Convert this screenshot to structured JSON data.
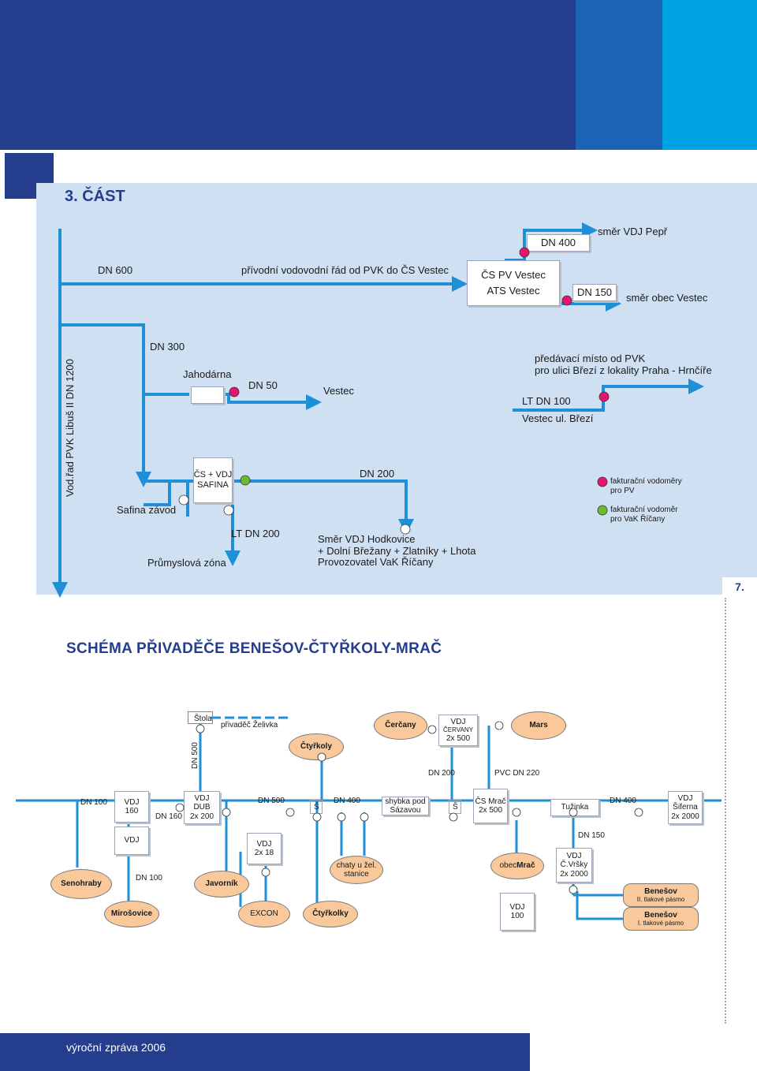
{
  "header": {
    "section_title": "3. ČÁST",
    "page_number": "7.",
    "footer": "výroční zpráva 2006"
  },
  "colors": {
    "dark_blue": "#253d8d",
    "mid_blue": "#1a63b5",
    "light_blue": "#00a3e2",
    "panel": "#cfe0f3",
    "pipe": "#1f8fd6",
    "meter_pvk": "#e3166e",
    "meter_vak": "#6fb832",
    "oval_fill": "#f9c99b"
  },
  "top_diagram": {
    "main_pipe": "Vod.řad PVK Libuš II DN 1200",
    "dn600": "DN 600",
    "privodni": "přívodní vodovodní řád od PVK do ČS Vestec",
    "cs_pv_line1": "ČS PV Vestec",
    "cs_pv_line2": "ATS Vestec",
    "dn400": "DN 400",
    "smer_pepr": "směr VDJ  Pepř",
    "dn150": "DN 150",
    "smer_vestec": "směr obec Vestec",
    "dn300": "DN 300",
    "jahodarna": "Jahodárna",
    "dn50": "DN 50",
    "vestec": "Vestec",
    "predavaci_line1": "předávací místo od PVK",
    "predavaci_line2": "pro ulici Březí z lokality Praha - Hrnčíře",
    "lt_dn100": "LT DN 100",
    "vestec_brezi": "Vestec ul. Březí",
    "cs_vdj_line1": "ČS + VDJ",
    "cs_vdj_line2": "SAFINA",
    "dn200": "DN 200",
    "safina": "Safina závod",
    "lt_dn200": "LT DN 200",
    "prumyslova": "Průmyslová zóna",
    "smer_hodkovice_1": "Směr VDJ Hodkovice",
    "smer_hodkovice_2": "+ Dolní Břežany + Zlatníky + Lhota",
    "smer_hodkovice_3": "Provozovatel VaK Říčany",
    "legend_pvk_1": "fakturační vodoměry",
    "legend_pvk_2": "pro PV",
    "legend_vak_1": "fakturační vodoměr",
    "legend_vak_2": "pro VaK Říčany"
  },
  "bottom_diagram": {
    "title": "SCHÉMA PŘIVADĚČE BENEŠOV-ČTYŘKOLY-MRAČ",
    "stola": "Štola",
    "dn500_v": "DN 500",
    "privadec": "přivaděč Želivka",
    "ctyrkoly": "Čtyřkoly",
    "cercany": "Čerčany",
    "vdj_cervany_1": "VDJ",
    "vdj_cervany_2": "ČERVANY",
    "vdj_cervany_3": "2x 500",
    "mars": "Mars",
    "dn200": "DN 200",
    "pvc": "PVC DN 220",
    "dn100_a": "DN 100",
    "vdj160_1": "VDJ",
    "vdj160_2": "160",
    "dn160": "DN 160",
    "vdj_dub_1": "VDJ",
    "vdj_dub_2": "DUB",
    "vdj_dub_3": "2x 200",
    "dn500": "DN 500",
    "s1": "Š",
    "dn400_a": "DN 400",
    "shybka_1": "shybka pod",
    "shybka_2": "Sázavou",
    "s2": "Š",
    "cs_mrac_1": "ČS Mrač",
    "cs_mrac_2": "2x 500",
    "tuzinka": "Tužinka",
    "dn400_b": "DN 400",
    "vdj_siferna_1": "VDJ",
    "vdj_siferna_2": "Šiferna",
    "vdj_siferna_3": "2x 2000",
    "vdj": "VDJ",
    "vdj18_1": "VDJ",
    "vdj18_2": "2x 18",
    "dn150": "DN 150",
    "senohraby": "Senohraby",
    "dn100_b": "DN 100",
    "javornik": "Javorník",
    "chaty_1": "chaty u žel.",
    "chaty_2": "stanice",
    "obec_mrac_1": "obec ",
    "obec_mrac_2": "Mrač",
    "vdj_vrsky_1": "VDJ",
    "vdj_vrsky_2": "Č.Vršky",
    "vdj_vrsky_3": "2x 2000",
    "mirosovice": "Mirošovice",
    "excon": "EXCON",
    "ctyrkolky": "Čtyřkolky",
    "vdj100_1": "VDJ",
    "vdj100_2": "100",
    "benesov2_1": "Benešov",
    "benesov2_2": "II. tlakové pásmo",
    "benesov1_1": "Benešov",
    "benesov1_2": "I. tlakové pásmo"
  }
}
